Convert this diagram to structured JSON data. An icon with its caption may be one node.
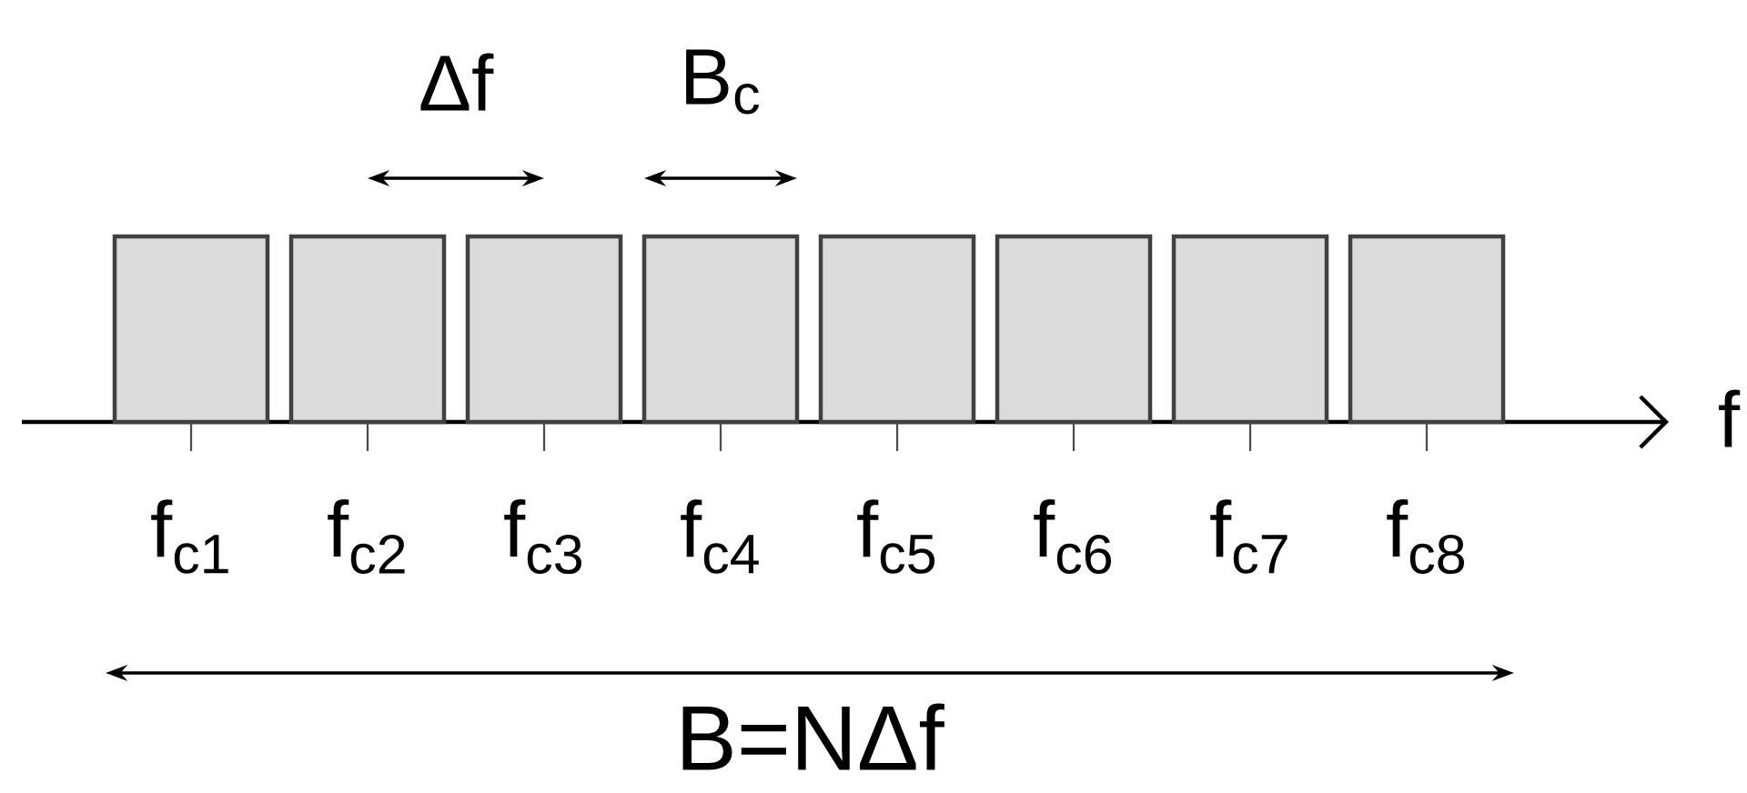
{
  "diagram": {
    "nodes": [
      {
        "text": [],
        "shape": "box"
      },
      {
        "text": [],
        "shape": "box"
      },
      {
        "text": [],
        "shape": "box"
      },
      {
        "text": [],
        "shape": "box"
      },
      {
        "text": [],
        "shape": "box"
      },
      {
        "text": [],
        "shape": "box"
      },
      {
        "text": [],
        "shape": "box"
      },
      {
        "text": [],
        "shape": "box"
      }
    ],
    "edges": [],
    "labels": [
      "Δf",
      "B$_{c}$",
      "f",
      "f$_{c1}$",
      "f$_{c2}$",
      "f$_{c3}$",
      "f$_{c4}$",
      "f$_{c5}$",
      "f$_{c6}$",
      "f$_{c7}$",
      "f$_{c8}$",
      "B=NΔf"
    ]
  }
}
